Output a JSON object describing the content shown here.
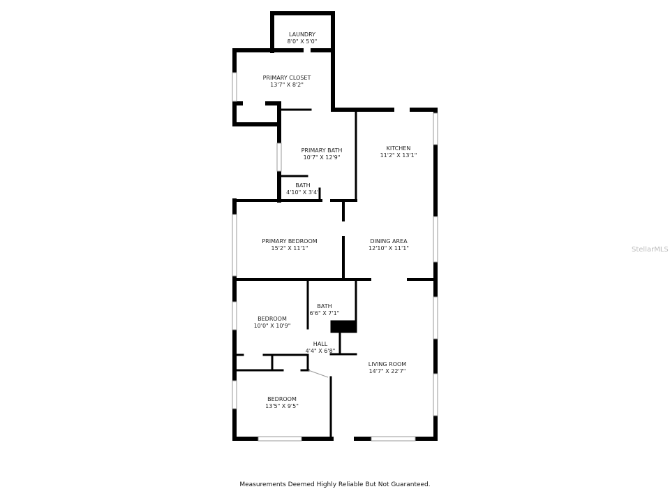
{
  "rooms": [
    {
      "name": "LAUNDRY",
      "size": "8'0\" X 5'0\""
    },
    {
      "name": "PRIMARY CLOSET",
      "size": "13'7\" X 8'2\""
    },
    {
      "name": "PRIMARY BATH",
      "size": "10'7\" X 12'9\""
    },
    {
      "name": "KITCHEN",
      "size": "11'2\" X 13'1\""
    },
    {
      "name": "BATH",
      "size": "4'10\" X 3'4\""
    },
    {
      "name": "PRIMARY BEDROOM",
      "size": "15'2\" X 11'1\""
    },
    {
      "name": "DINING AREA",
      "size": "12'10\" X 11'1\""
    },
    {
      "name": "BATH",
      "size": "6'6\" X 7'1\""
    },
    {
      "name": "BEDROOM",
      "size": "10'0\" X 10'9\""
    },
    {
      "name": "HALL",
      "size": "4'4\" X 6'8\""
    },
    {
      "name": "LIVING ROOM",
      "size": "14'7\" X 22'7\""
    },
    {
      "name": "BEDROOM",
      "size": "13'5\" X 9'5\""
    }
  ],
  "footer": "Measurements Deemed Highly Reliable But Not Guaranteed.",
  "watermark": "StellarMLS"
}
